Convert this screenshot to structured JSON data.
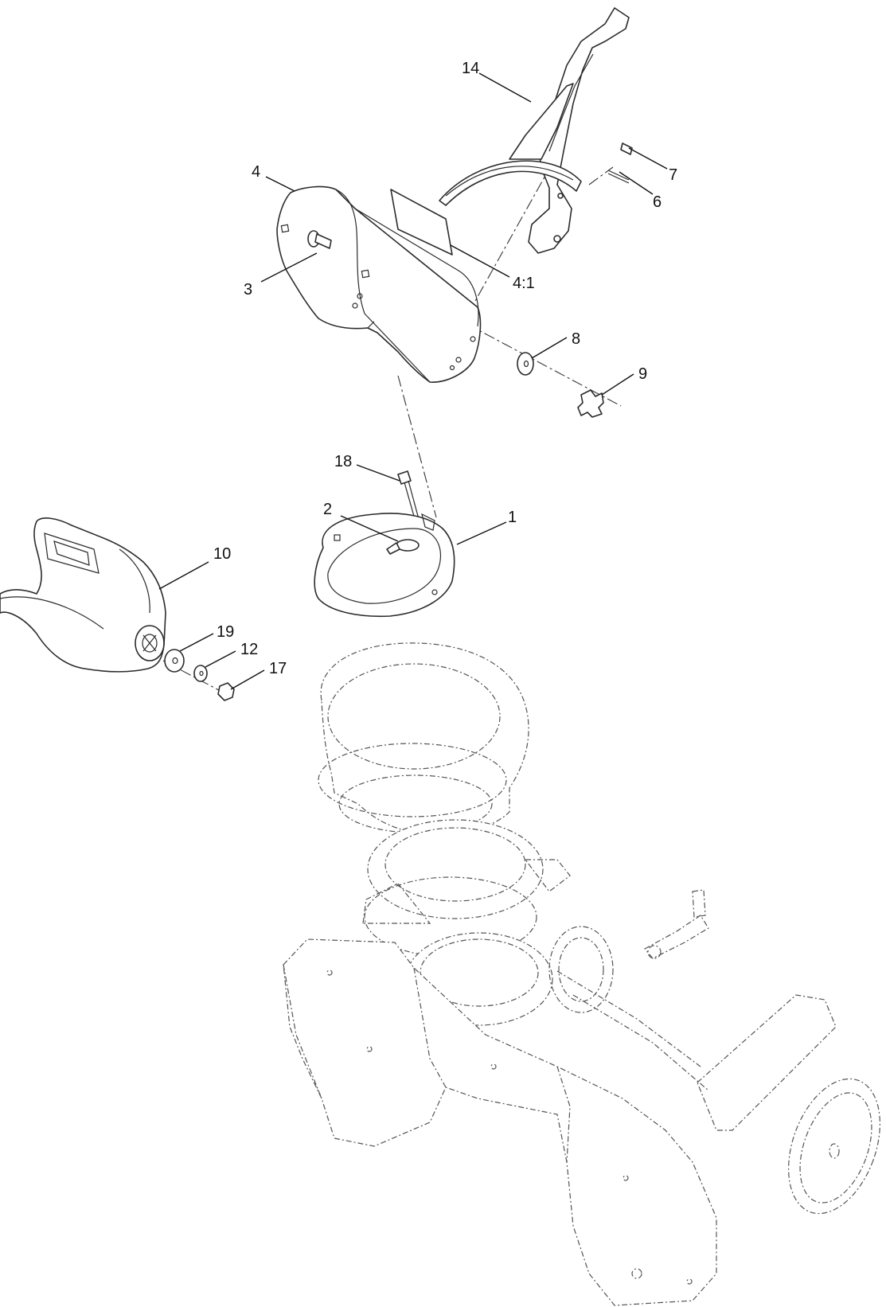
{
  "callouts": [
    {
      "id": "14",
      "label": "14"
    },
    {
      "id": "7",
      "label": "7"
    },
    {
      "id": "6",
      "label": "6"
    },
    {
      "id": "4",
      "label": "4"
    },
    {
      "id": "3",
      "label": "3"
    },
    {
      "id": "4-1",
      "label": "4:1"
    },
    {
      "id": "8",
      "label": "8"
    },
    {
      "id": "9",
      "label": "9"
    },
    {
      "id": "18",
      "label": "18"
    },
    {
      "id": "2",
      "label": "2"
    },
    {
      "id": "1",
      "label": "1"
    },
    {
      "id": "10",
      "label": "10"
    },
    {
      "id": "19",
      "label": "19"
    },
    {
      "id": "12",
      "label": "12"
    },
    {
      "id": "17",
      "label": "17"
    }
  ]
}
